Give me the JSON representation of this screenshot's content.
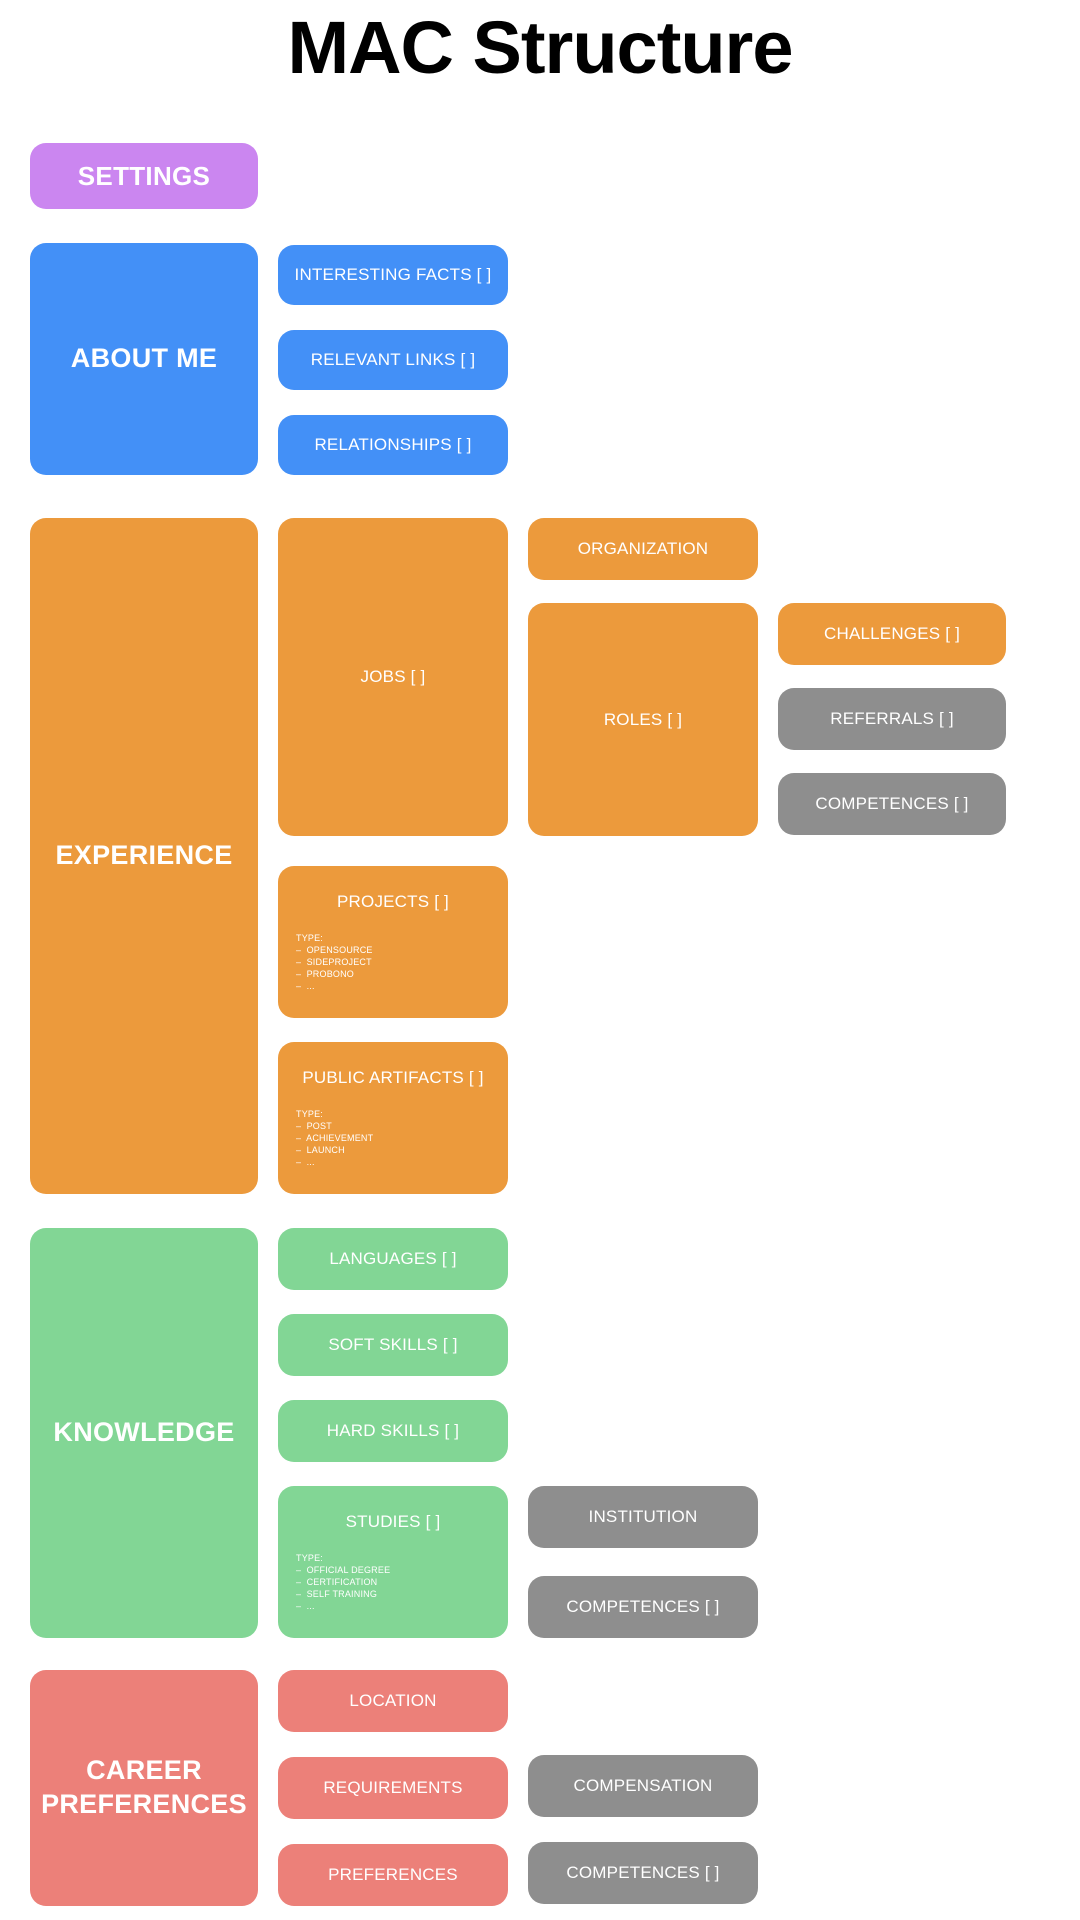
{
  "page": {
    "title": "MAC Structure",
    "background": "#FFFFFF"
  },
  "colors": {
    "settings": "#CB86F0",
    "about_me": "#4390F7",
    "experience": "#EC9A3C",
    "knowledge": "#82D695",
    "career_preferences": "#EC8079",
    "secondary": "#8E8E8E",
    "text_on_card": "#FFFFFF",
    "title_text": "#000000"
  },
  "sections": {
    "settings": {
      "label": "SETTINGS"
    },
    "about_me": {
      "label": "ABOUT ME",
      "children": [
        {
          "label": "INTERESTING FACTS [ ]"
        },
        {
          "label": "RELEVANT LINKS [ ]"
        },
        {
          "label": "RELATIONSHIPS [ ]"
        }
      ]
    },
    "experience": {
      "label": "EXPERIENCE",
      "jobs": {
        "label": "JOBS [ ]"
      },
      "organization": {
        "label": "ORGANIZATION"
      },
      "roles": {
        "label": "ROLES [ ]"
      },
      "challenges": {
        "label": "CHALLENGES [ ]"
      },
      "referrals": {
        "label": "REFERRALS [ ]"
      },
      "competences": {
        "label": "COMPETENCES [ ]"
      },
      "projects": {
        "label": "PROJECTS [ ]",
        "type_label": "TYPE:",
        "types": [
          "–  OPENSOURCE",
          "–  SIDEPROJECT",
          "–  PROBONO",
          "–  ..."
        ]
      },
      "public_artifacts": {
        "label": "PUBLIC ARTIFACTS [ ]",
        "type_label": "TYPE:",
        "types": [
          "–  POST",
          "–  ACHIEVEMENT",
          "–  LAUNCH",
          "–  ..."
        ]
      }
    },
    "knowledge": {
      "label": "KNOWLEDGE",
      "languages": {
        "label": "LANGUAGES [ ]"
      },
      "soft_skills": {
        "label": "SOFT SKILLS [ ]"
      },
      "hard_skills": {
        "label": "HARD SKILLS [ ]"
      },
      "studies": {
        "label": "STUDIES [ ]",
        "type_label": "TYPE:",
        "types": [
          "–  OFFICIAL DEGREE",
          "–  CERTIFICATION",
          "–  SELF TRAINING",
          "–  ..."
        ]
      },
      "institution": {
        "label": "INSTITUTION"
      },
      "competences": {
        "label": "COMPETENCES [ ]"
      }
    },
    "career_preferences": {
      "label": "CAREER\nPREFERENCES",
      "location": {
        "label": "LOCATION"
      },
      "requirements": {
        "label": "REQUIREMENTS"
      },
      "preferences": {
        "label": "PREFERENCES"
      },
      "compensation": {
        "label": "COMPENSATION"
      },
      "competences": {
        "label": "COMPETENCES [ ]"
      }
    }
  }
}
